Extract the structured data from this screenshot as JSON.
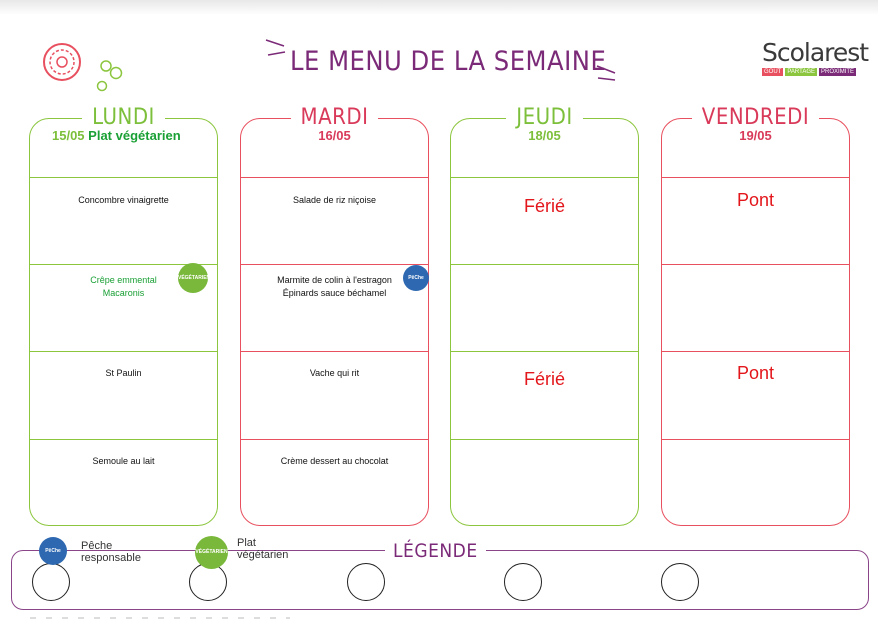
{
  "header": {
    "title": "LE MENU DE LA SEMAINE",
    "logo_text": "Scolarest",
    "logo_tags": [
      "GOÛT",
      "PARTAGE",
      "PROXIMITÉ"
    ]
  },
  "days": [
    {
      "name": "LUNDI",
      "date": "15/05",
      "special": "Plat végétarien",
      "items": [
        "Concombre vinaigrette",
        "Crêpe emmental\nMacaronis",
        "St Paulin",
        "Semoule au lait"
      ],
      "badge": "VÉGÉTARIEN"
    },
    {
      "name": "MARDI",
      "date": "16/05",
      "items": [
        "Salade de riz niçoise",
        "Marmite de colin à l'estragon\nÉpinards sauce béchamel",
        "Vache qui rit",
        "Crème dessert au chocolat"
      ],
      "badge": "PêChe"
    },
    {
      "name": "JEUDI",
      "date": "18/05",
      "closed_labels": [
        "Férié",
        "Férié"
      ]
    },
    {
      "name": "VENDREDI",
      "date": "19/05",
      "closed_labels": [
        "Pont",
        "Pont"
      ]
    }
  ],
  "legend": {
    "title": "LÉGENDE",
    "peche_label": "Pêche\nresponsable",
    "peche_badge": "PêChe",
    "veg_label": "Plat\nvégétarien",
    "veg_badge": "VÉGÉTARIEN"
  },
  "colors": {
    "purple": "#7b2a78",
    "green": "#8cc63f",
    "pink": "#e8505f",
    "red": "#e3161b"
  }
}
